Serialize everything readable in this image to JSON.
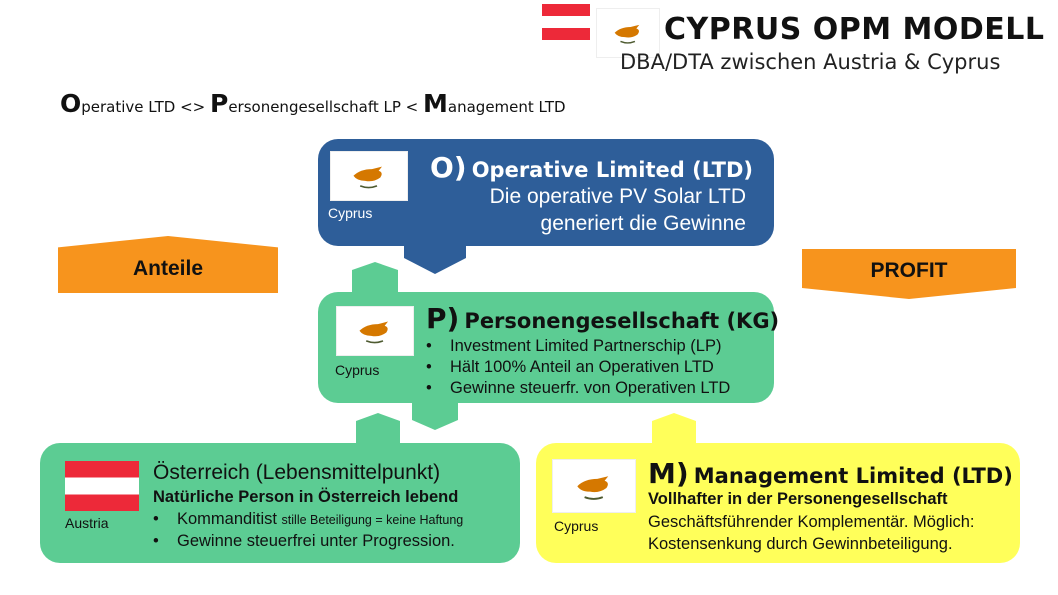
{
  "header": {
    "title": "CYPRUS OPM MODELL",
    "subtitle": "DBA/DTA zwischen Austria & Cyprus"
  },
  "formula": {
    "o_letter": "O",
    "o_rest": "perative LTD <> ",
    "p_letter": "P",
    "p_rest": "ersonengesellschaft LP < ",
    "m_letter": "M",
    "m_rest": "anagement LTD"
  },
  "arrows": {
    "anteile": "Anteile",
    "profit": "PROFIT"
  },
  "box_o": {
    "flag_label": "Cyprus",
    "letter": "O)",
    "name": "Operative Limited (LTD)",
    "line1": "Die operative PV Solar LTD",
    "line2": "generiert die Gewinne"
  },
  "box_p": {
    "flag_label": "Cyprus",
    "letter": "P)",
    "name": "Personengesellschaft (KG)",
    "bullets": [
      "Investment Limited Partnerschip (LP)",
      "Hält 100% Anteil an Operativen LTD",
      "Gewinne steuerfr. von Operativen LTD"
    ]
  },
  "box_at": {
    "flag_label": "Austria",
    "heading": "Österreich (Lebensmittelpunkt)",
    "subheading": "Natürliche Person in Österreich lebend",
    "bullet1_main": "Kommanditist",
    "bullet1_small": "stille Beteiligung = keine Haftung",
    "bullet2": "Gewinne steuerfrei unter Progression."
  },
  "box_m": {
    "flag_label": "Cyprus",
    "letter": "M)",
    "name": "Management Limited (LTD)",
    "subheading": "Vollhafter in der Personengesellschaft",
    "line1": "Geschäftsführender Komplementär. Möglich:",
    "line2": "Kostensenkung durch Gewinnbeteiligung."
  },
  "colors": {
    "blue": "#2e5e99",
    "green": "#5ccc93",
    "yellow": "#ffff5a",
    "orange": "#f7941d",
    "austria_red": "#ed2939",
    "cyprus_copper": "#d57800",
    "olive": "#4e5b31"
  }
}
